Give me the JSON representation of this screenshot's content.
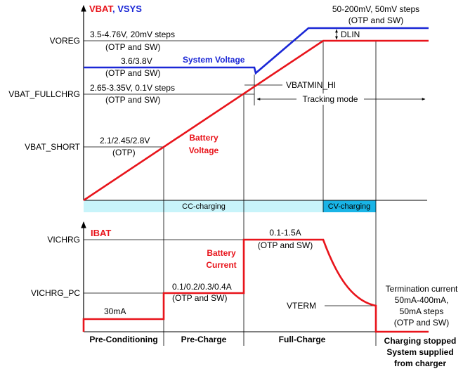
{
  "colors": {
    "vbat": "#e8141b",
    "vsys": "#1a27d6",
    "cc_band": "#c8f4fa",
    "cv_band": "#19b4e6",
    "grid": "#000000"
  },
  "top_chart": {
    "legend_vbat": "VBAT",
    "legend_sep": ", ",
    "legend_vsys": "VSYS",
    "y_labels": {
      "voreg": "VOREG",
      "vbat_fullchrg": "VBAT_FULLCHRG",
      "vbat_short": "VBAT_SHORT"
    },
    "notes": {
      "voreg_range": "3.5-4.76V, 20mV steps",
      "voreg_otp": "(OTP and SW)",
      "sys_range": "3.6/3.8V",
      "sys_otp": "(OTP and SW)",
      "full_range": "2.65-3.35V, 0.1V steps",
      "full_otp": "(OTP and SW)",
      "short_range": "2.1/2.45/2.8V",
      "short_otp": "(OTP)",
      "dlin_range": "50-200mV, 50mV steps",
      "dlin_otp": "(OTP and SW)",
      "dlin": "DLIN",
      "vbatmin_hi": "VBATMIN_HI",
      "tracking": "Tracking mode"
    },
    "curve_labels": {
      "system_voltage": "System Voltage",
      "battery_voltage_1": "Battery",
      "battery_voltage_2": "Voltage"
    }
  },
  "bands": {
    "cc": "CC-charging",
    "cv": "CV-charging"
  },
  "bottom_chart": {
    "legend_ibat": "IBAT",
    "y_labels": {
      "vichrg": "VICHRG",
      "vichrg_pc": "VICHRG_PC"
    },
    "notes": {
      "precond_current": "30mA",
      "precharge_range": "0.1/0.2/0.3/0.4A",
      "precharge_otp": "(OTP and SW)",
      "full_range": "0.1-1.5A",
      "full_otp": "(OTP and SW)",
      "vterm": "VTERM",
      "term_1": "Termination current",
      "term_2": "50mA-400mA,",
      "term_3": "50mA steps",
      "term_4": "(OTP and SW)"
    },
    "curve_labels": {
      "battery_current_1": "Battery",
      "battery_current_2": "Current"
    }
  },
  "phases": {
    "pre_conditioning": "Pre-Conditioning",
    "pre_charge": "Pre-Charge",
    "full_charge": "Full-Charge",
    "stopped_1": "Charging stopped",
    "stopped_2": "System supplied",
    "stopped_3": "from charger"
  }
}
